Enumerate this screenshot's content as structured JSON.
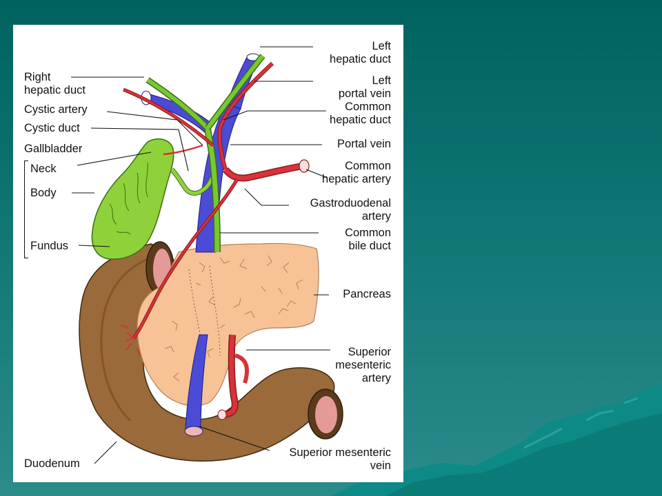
{
  "diagram": {
    "labels": {
      "right_hepatic_duct": "Right\nhepatic duct",
      "cystic_artery": "Cystic artery",
      "cystic_duct": "Cystic duct",
      "gallbladder": "Gallbladder",
      "neck": "Neck",
      "body": "Body",
      "fundus": "Fundus",
      "duodenum": "Duodenum",
      "left_hepatic_duct": "Left\nhepatic duct",
      "left_portal_vein": "Left\nportal vein",
      "common_hepatic_duct": "Common\nhepatic duct",
      "portal_vein": "Portal vein",
      "common_hepatic_artery": "Common\nhepatic artery",
      "gastroduodenal_artery": "Gastroduodenal\nartery",
      "common_bile_duct": "Common\nbile duct",
      "pancreas": "Pancreas",
      "superior_mesenteric_artery": "Superior\nmesenteric\nartery",
      "superior_mesenteric_vein": "Superior mesenteric\nvein"
    },
    "colors": {
      "vein": "#4b4bd6",
      "artery": "#d8323a",
      "duct": "#78c832",
      "gallbladder": "#8fd13a",
      "pancreas": "#f7c396",
      "duodenum": "#9a6a3a",
      "lumen": "#e59a9a",
      "background": "#0a6d6a"
    }
  }
}
